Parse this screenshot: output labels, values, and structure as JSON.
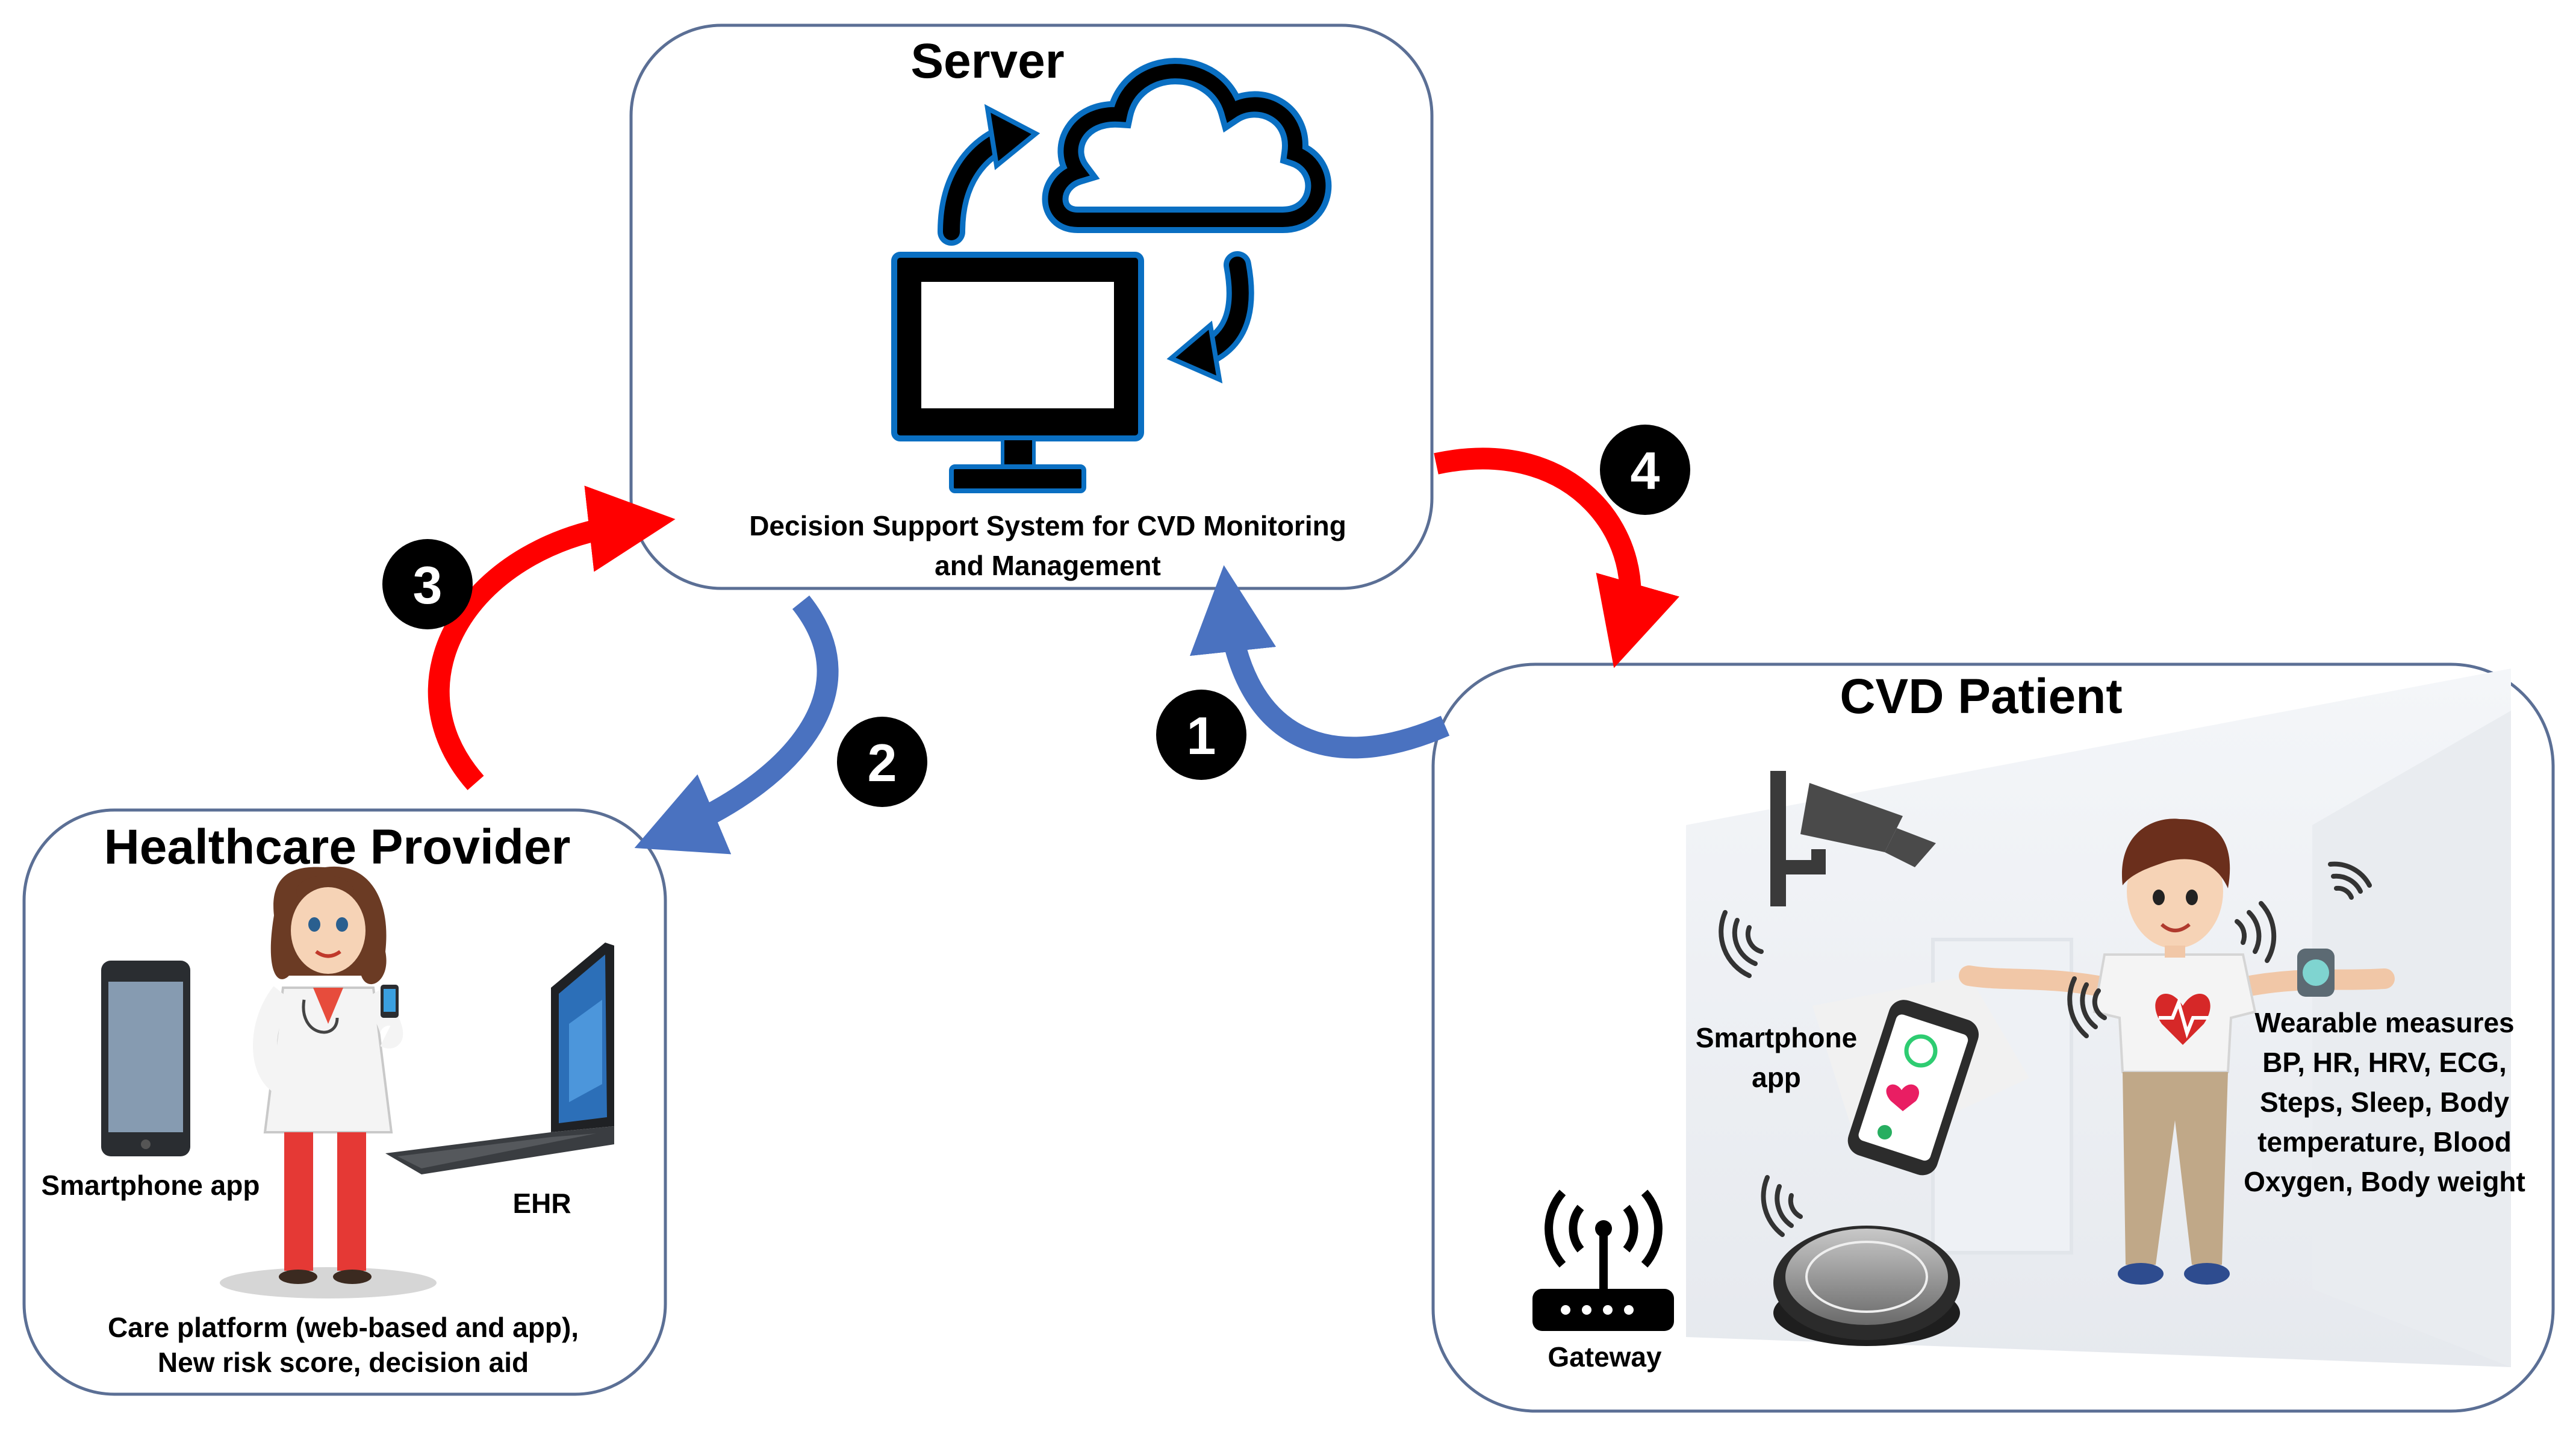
{
  "nodes": {
    "server": {
      "title": "Server",
      "caption": "Decision Support System for CVD Monitoring and Management"
    },
    "provider": {
      "title": "Healthcare Provider",
      "device_labels": {
        "smartphone": "Smartphone app",
        "laptop": "EHR"
      },
      "caption": "Care platform (web-based and app), New risk score, decision aid"
    },
    "patient": {
      "title": "CVD Patient",
      "device_labels": {
        "smartphone": "Smartphone app",
        "gateway": "Gateway"
      },
      "wearable": {
        "heading": "Wearable measures",
        "items": "BP, HR, HRV, ECG, Steps, Sleep, Body temperature, Blood Oxygen, Body weight"
      }
    }
  },
  "flows": [
    {
      "step": "1",
      "color": "#4a72c0",
      "from": "CVD Patient",
      "to": "Server"
    },
    {
      "step": "2",
      "color": "#4a72c0",
      "from": "Server",
      "to": "Healthcare Provider"
    },
    {
      "step": "3",
      "color": "#ff0000",
      "from": "Healthcare Provider",
      "to": "Server"
    },
    {
      "step": "4",
      "color": "#ff0000",
      "from": "Server",
      "to": "CVD Patient"
    }
  ],
  "colors": {
    "box_border": "#5b6f95",
    "blue_arrow": "#4a72c0",
    "red_arrow": "#ff0000",
    "icon_outline": "#0a6fc2",
    "badge": "#000000"
  },
  "icons": [
    "cloud-sync-icon",
    "monitor-icon",
    "phone-icon",
    "doctor-icon",
    "laptop-icon",
    "camera-icon",
    "router-icon",
    "scale-icon",
    "person-icon",
    "heart-icon",
    "wifi-icon"
  ]
}
